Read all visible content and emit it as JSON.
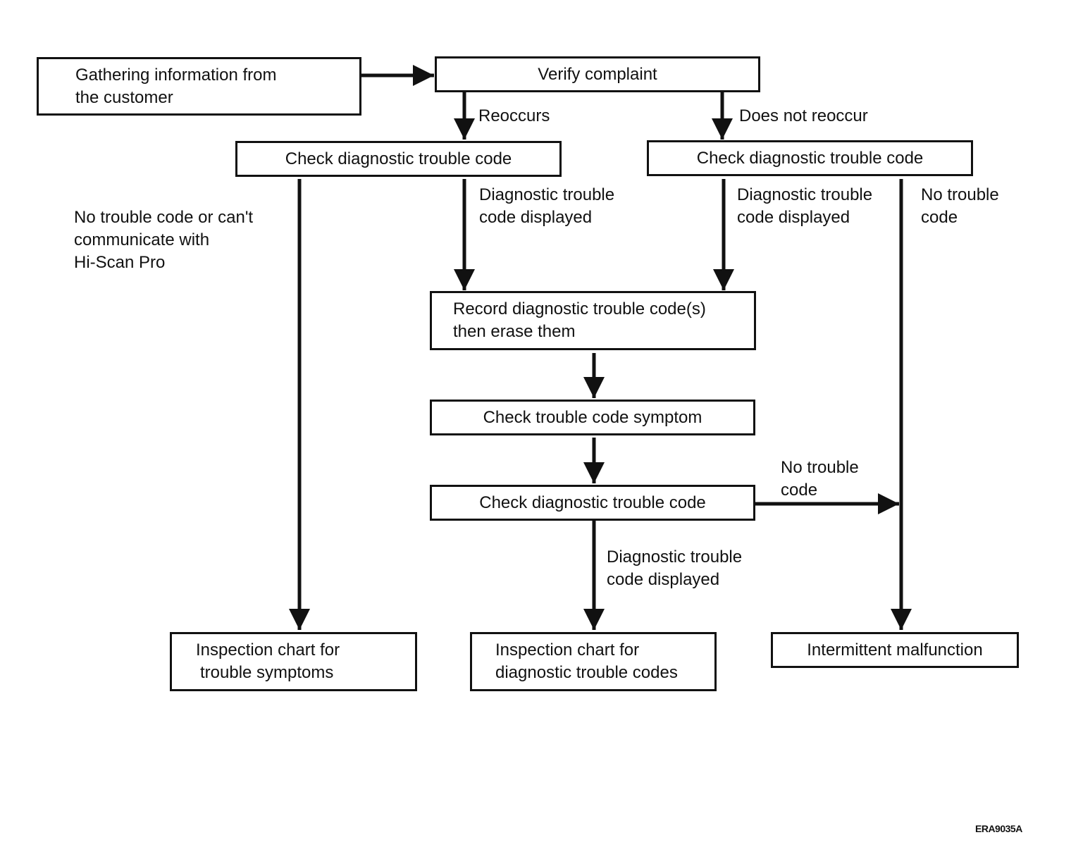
{
  "nodes": {
    "gather": [
      "Gathering information from",
      "the customer"
    ],
    "verify": "Verify complaint",
    "check_dtc_left": "Check diagnostic trouble code",
    "check_dtc_right": "Check diagnostic trouble code",
    "record": [
      "Record diagnostic trouble code(s)",
      "then erase them"
    ],
    "check_symptom": "Check trouble code symptom",
    "check_dtc_bottom": "Check diagnostic trouble code",
    "inspect_symptoms": [
      "Inspection chart for",
      "trouble symptoms"
    ],
    "inspect_codes": [
      "Inspection chart for",
      "diagnostic trouble codes"
    ],
    "intermittent": "Intermittent malfunction"
  },
  "labels": {
    "reoccurs": "Reoccurs",
    "not_reoccur": "Does not reoccur",
    "no_code_cant_comm": [
      "No trouble code or can't",
      "communicate with",
      "Hi-Scan Pro"
    ],
    "dtc_displayed_1": [
      "Diagnostic trouble",
      "code displayed"
    ],
    "dtc_displayed_2": [
      "Diagnostic trouble",
      "code displayed"
    ],
    "no_code_1": [
      "No trouble",
      "code"
    ],
    "no_code_2": [
      "No trouble",
      "code"
    ],
    "dtc_displayed_3": [
      "Diagnostic trouble",
      "code displayed"
    ]
  },
  "figure_code": "ERA9035A"
}
